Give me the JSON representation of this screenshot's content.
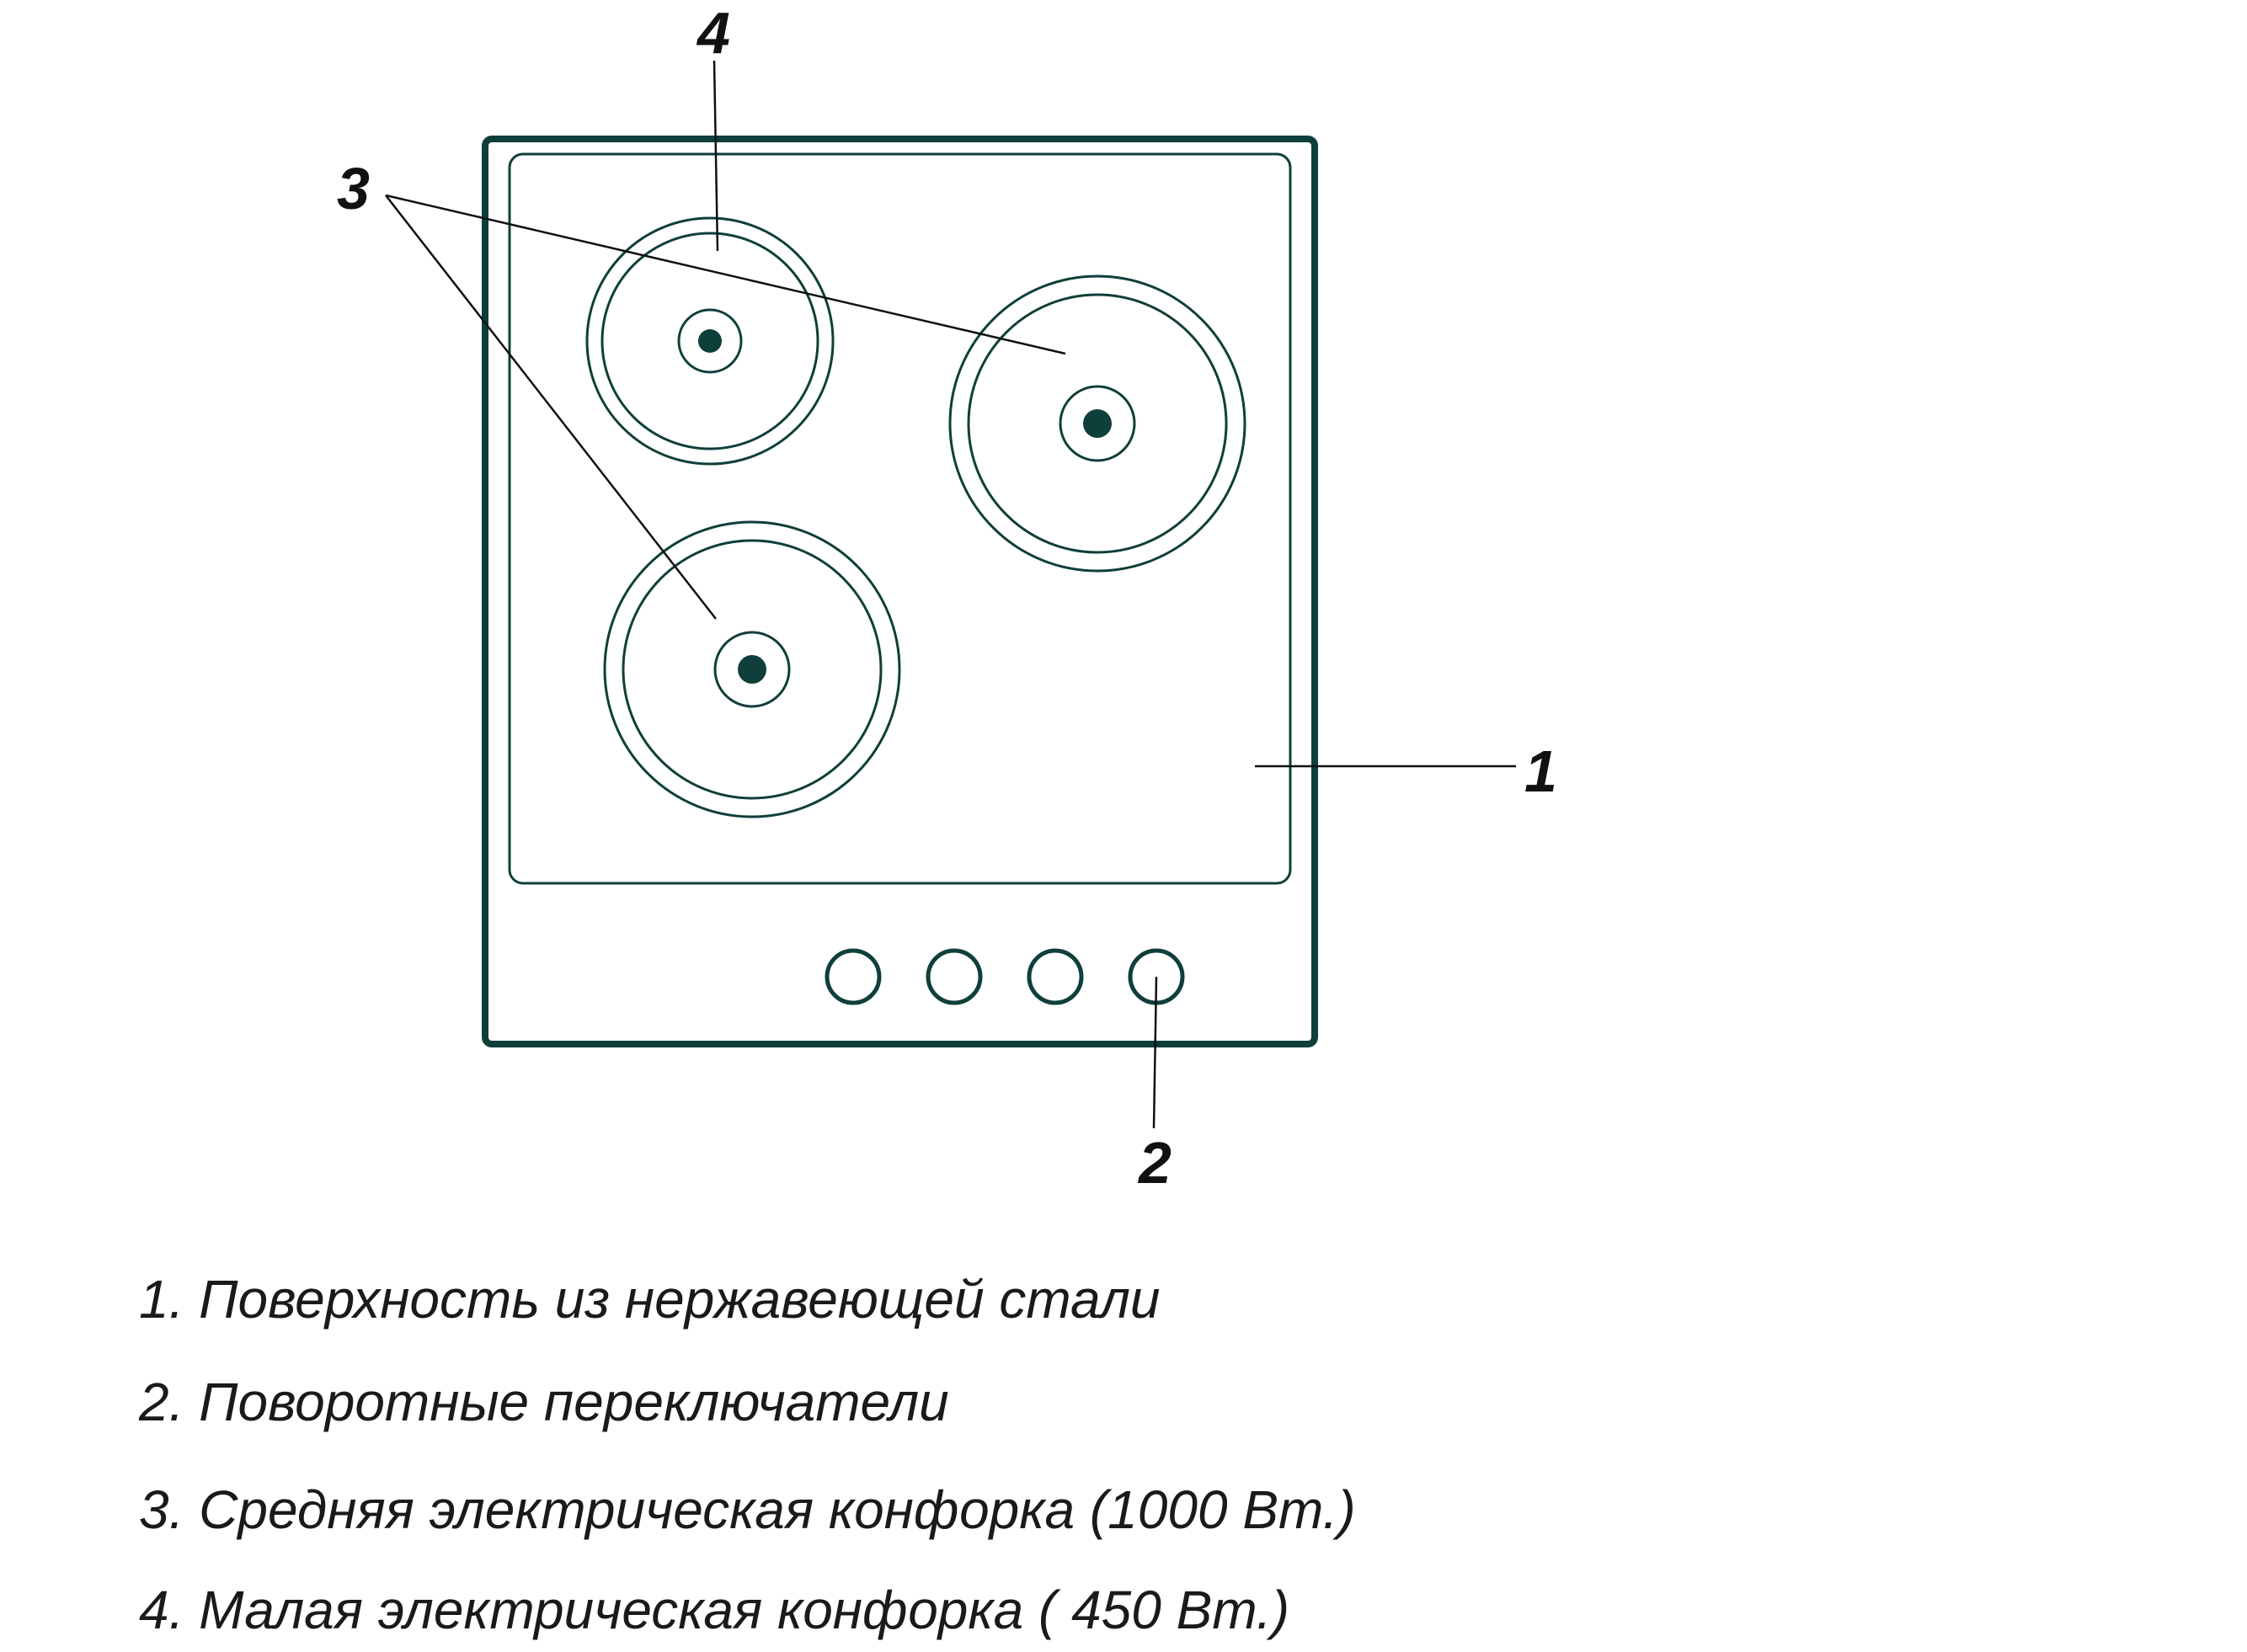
{
  "callouts": {
    "c1": "1",
    "c2": "2",
    "c3": "3",
    "c4": "4"
  },
  "legend": [
    "1. Поверхность из нержавеющей стали",
    "2. Поворотные переключатели",
    "3. Средняя электрическая конфорка (1000 Вт.)",
    "4. Малая электрическая конфорка ( 450 Вт.)"
  ],
  "colors": {
    "outline": "#0f3f3a",
    "text": "#111111"
  }
}
